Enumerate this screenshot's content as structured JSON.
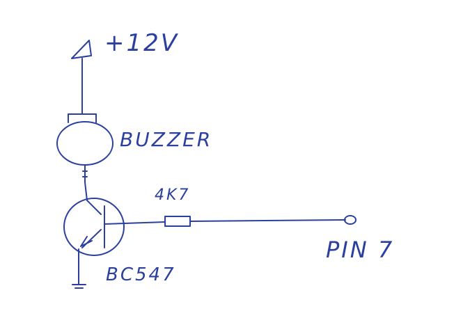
{
  "labels": {
    "supply": "+12V",
    "buzzer": "BUZZER",
    "resistor": "4K7",
    "pin": "PIN 7",
    "transistor": "BC547"
  },
  "colors": {
    "ink": "#2b3f9e",
    "background": "#ffffff"
  }
}
